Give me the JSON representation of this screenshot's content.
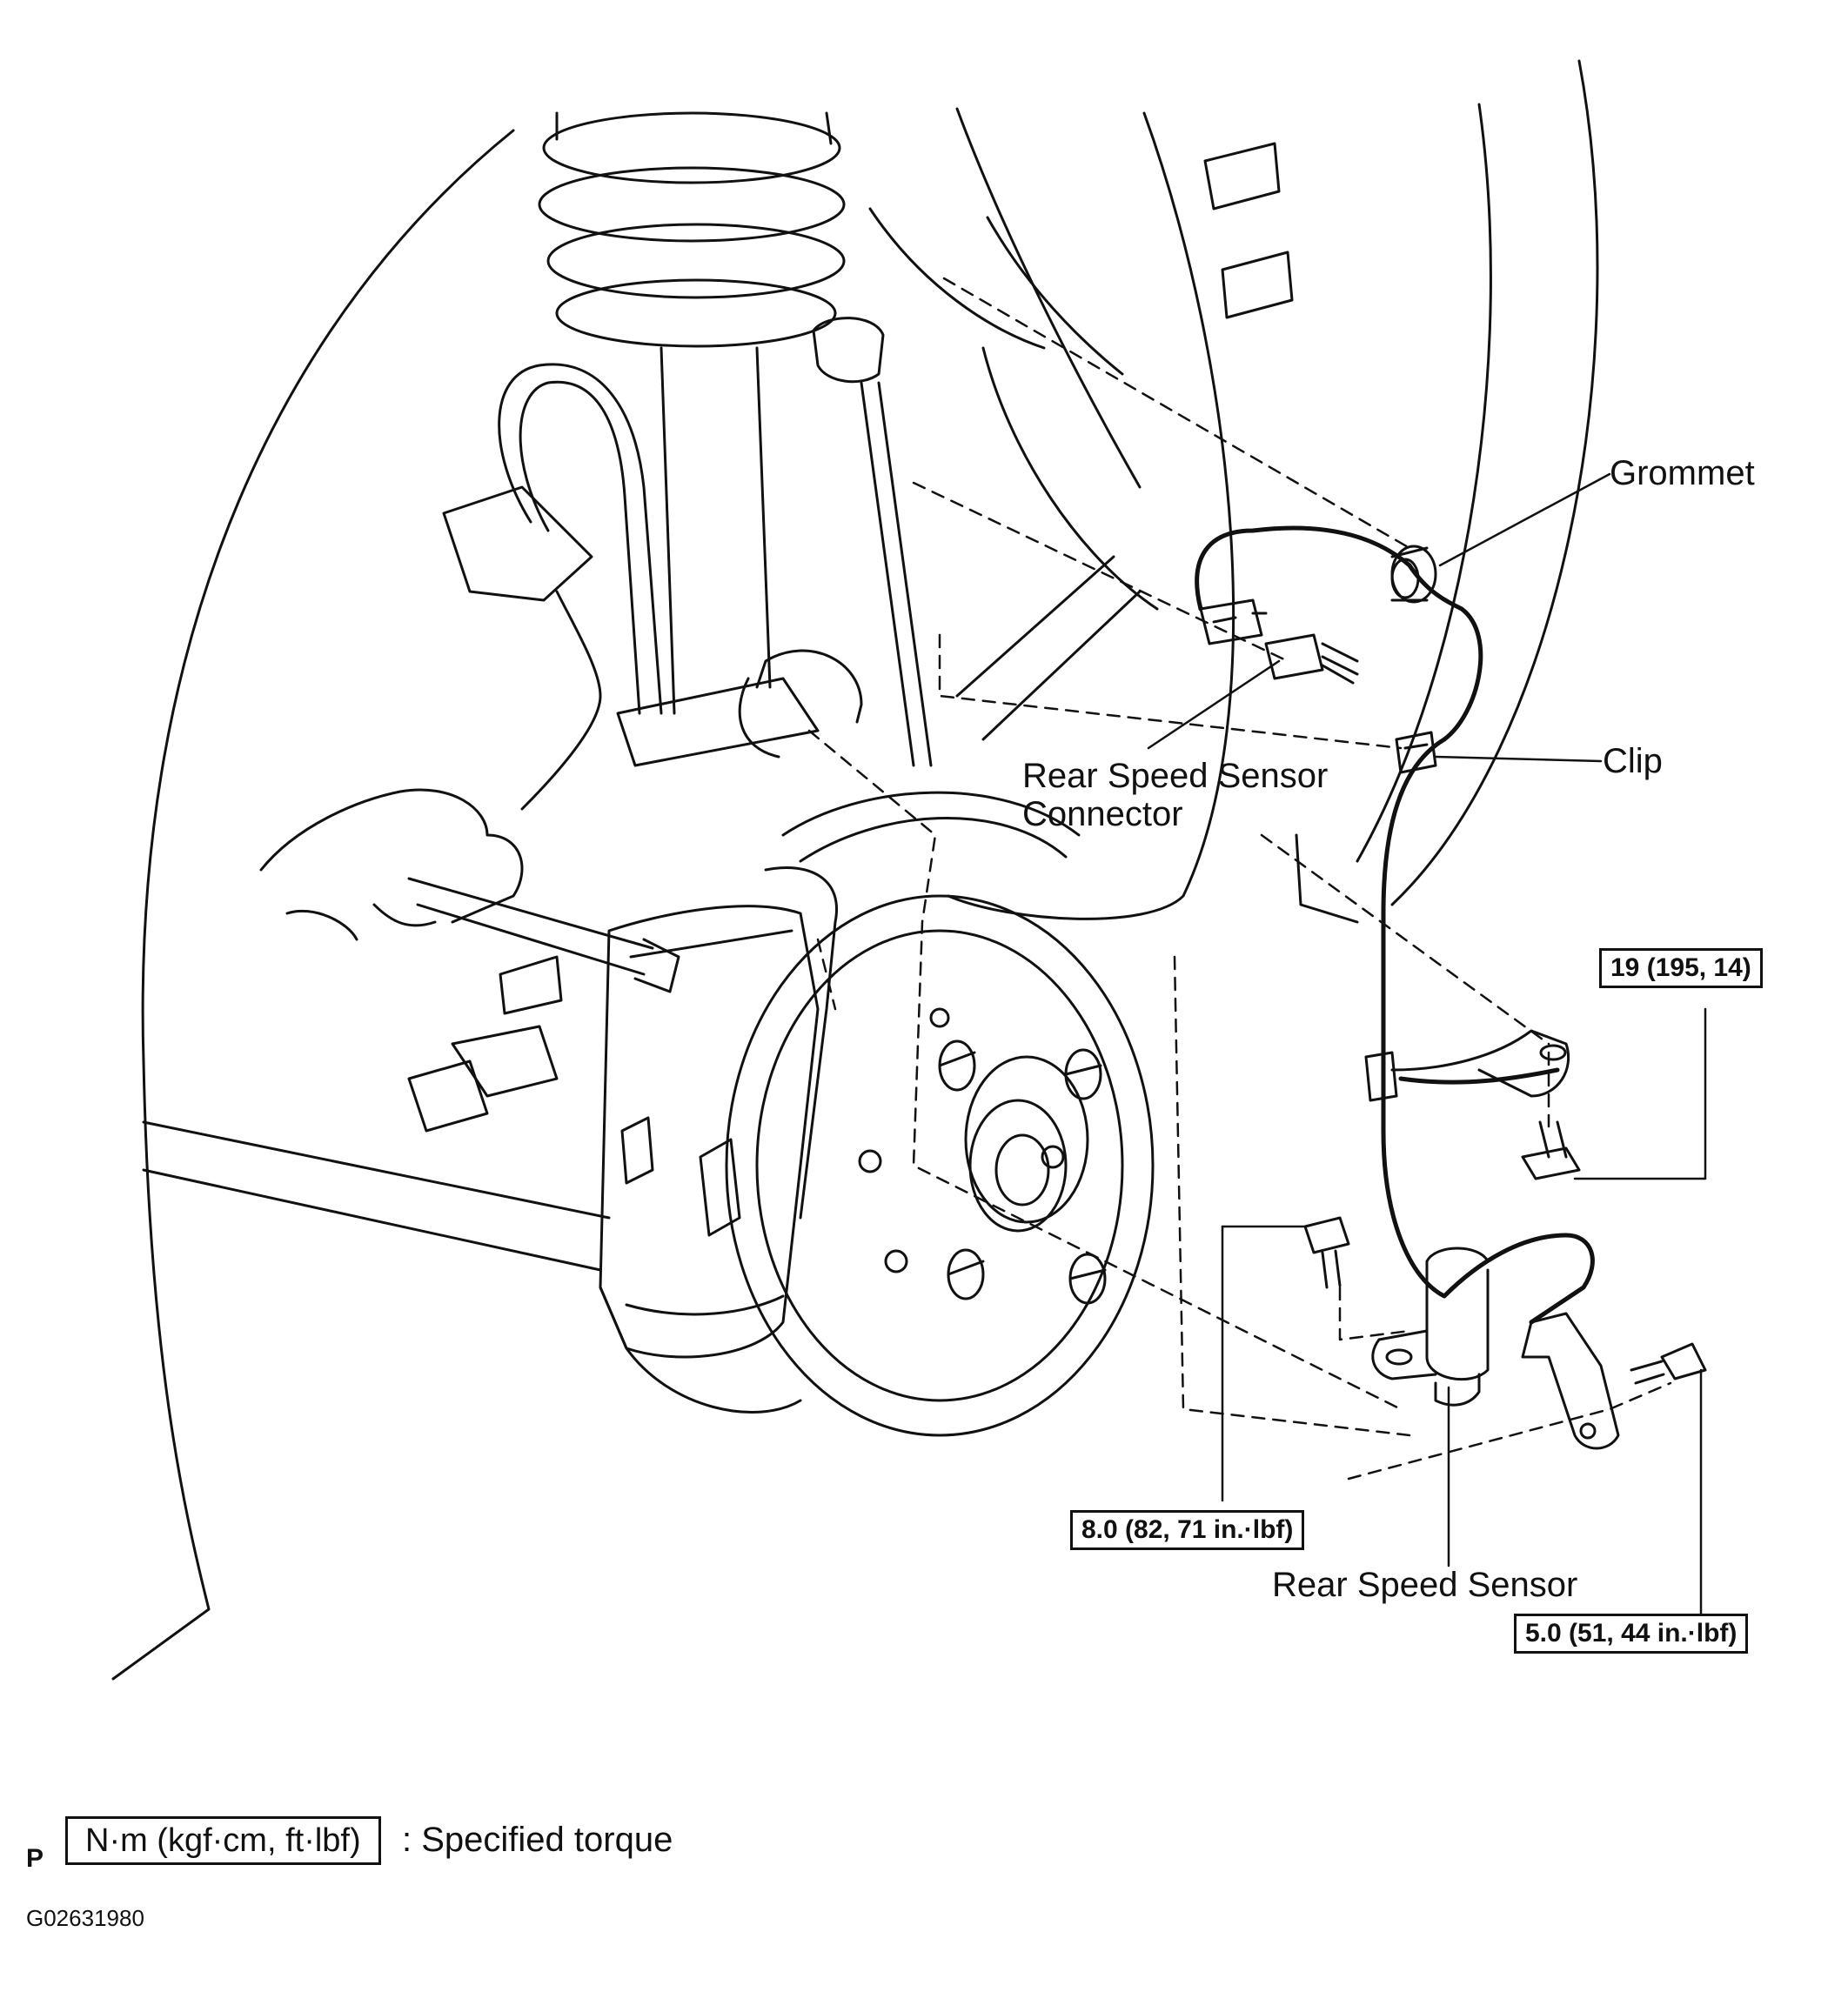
{
  "labels": {
    "grommet": "Grommet",
    "clip": "Clip",
    "connector_line1": "Rear Speed Sensor",
    "connector_line2": "Connector",
    "sensor": "Rear Speed Sensor"
  },
  "torque_specs": {
    "bracket_bolt": "19 (195, 14)",
    "sensor_bolt": "8.0 (82, 71 in.·lbf)",
    "clamp_bolt": "5.0 (51, 44 in.·lbf)"
  },
  "legend": {
    "prefix": "P",
    "box_text": "N·m (kgf·cm, ft·lbf)",
    "description": ": Specified torque"
  },
  "figure_id": "G02631980"
}
